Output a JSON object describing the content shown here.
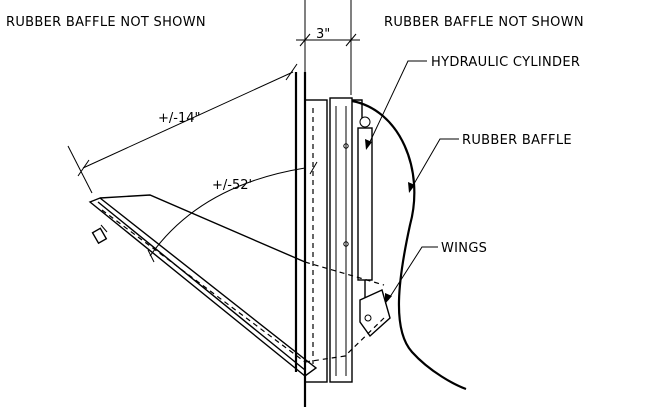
{
  "labels": {
    "note_left": "RUBBER BAFFLE NOT SHOWN",
    "note_right": "RUBBER BAFFLE NOT SHOWN",
    "dim_gap": "3\"",
    "dim_length": "+/-14\"",
    "dim_angle": "+/-52'",
    "callout_cylinder": "HYDRAULIC CYLINDER",
    "callout_baffle": "RUBBER BAFFLE",
    "callout_wings": "WINGS"
  },
  "colors": {
    "line": "#000000",
    "background": "#ffffff"
  }
}
